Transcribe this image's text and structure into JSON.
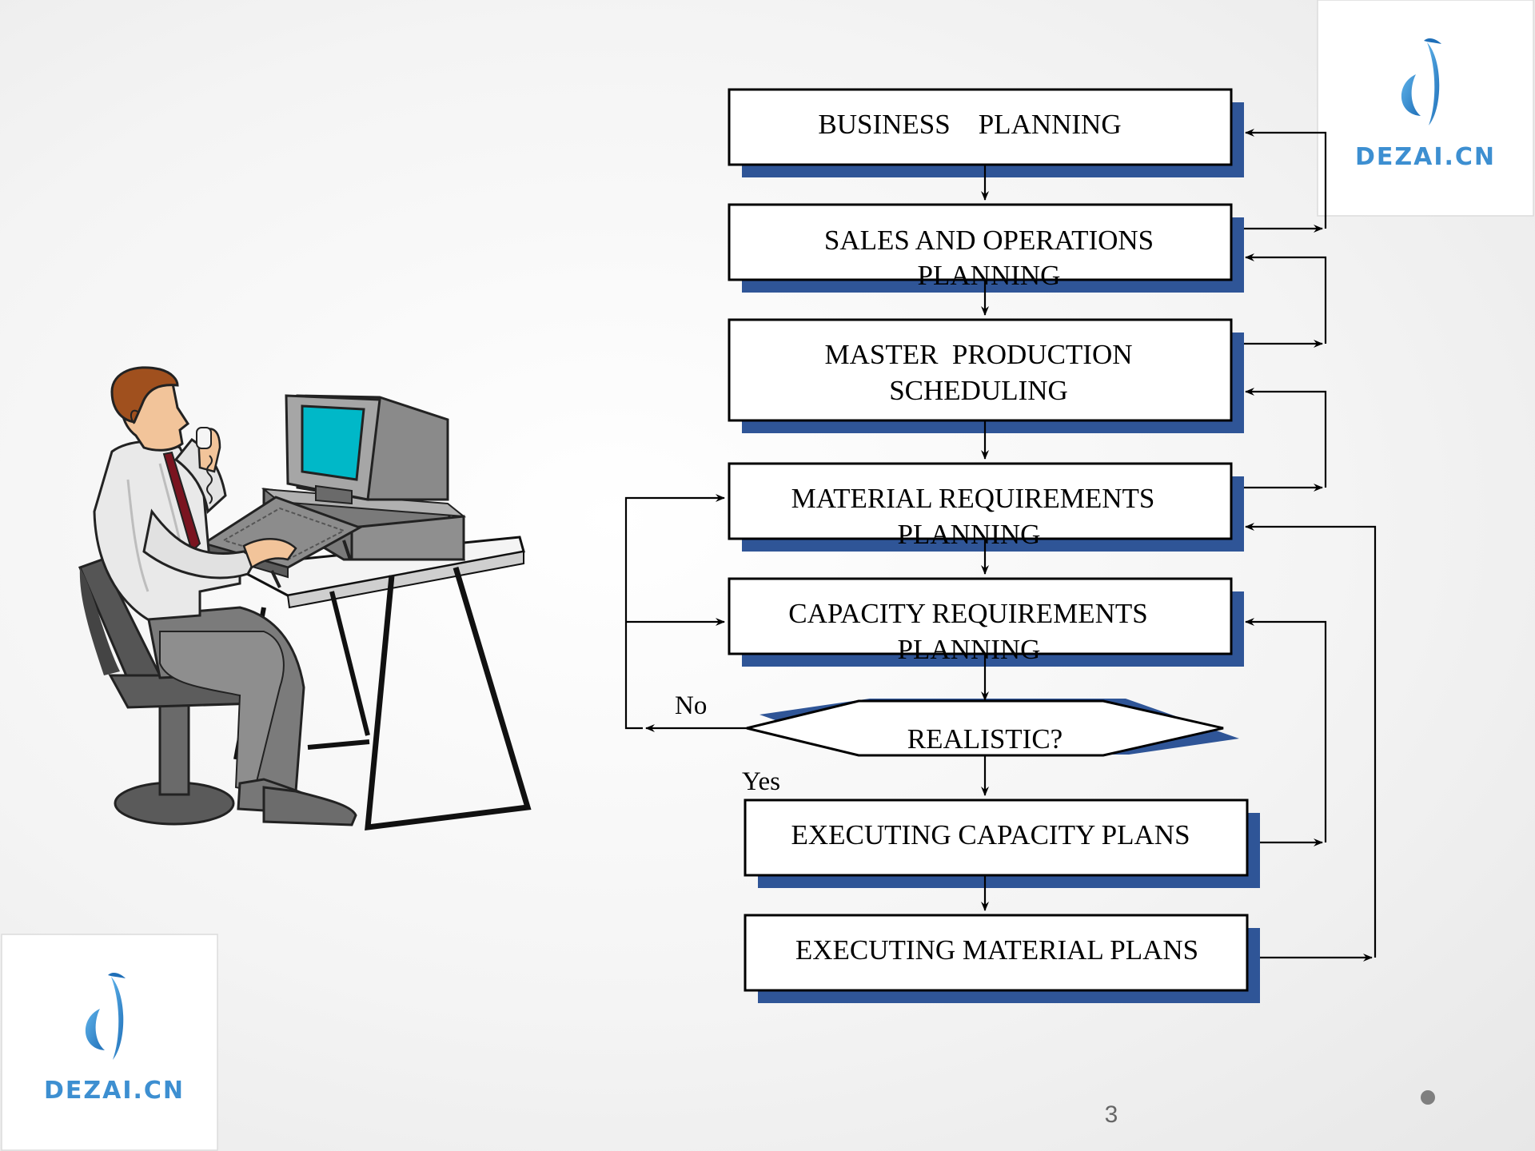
{
  "flowchart": {
    "steps": [
      {
        "id": "business",
        "lines": [
          "BUSINESS    PLANNING"
        ]
      },
      {
        "id": "sop",
        "lines": [
          "SALES AND OPERATIONS",
          "PLANNING"
        ]
      },
      {
        "id": "mps",
        "lines": [
          "MASTER  PRODUCTION",
          "SCHEDULING"
        ]
      },
      {
        "id": "mrp",
        "lines": [
          "MATERIAL REQUIREMENTS",
          "PLANNING"
        ]
      },
      {
        "id": "crp",
        "lines": [
          "CAPACITY REQUIREMENTS",
          "PLANNING"
        ]
      },
      {
        "id": "realistic",
        "lines": [
          "REALISTIC?"
        ]
      },
      {
        "id": "exec-capacity",
        "lines": [
          "EXECUTING CAPACITY PLANS"
        ]
      },
      {
        "id": "exec-material",
        "lines": [
          "EXECUTING MATERIAL PLANS"
        ]
      }
    ],
    "decision_no": "No",
    "decision_yes": "Yes"
  },
  "logos": {
    "brand": "DEZAI.CN"
  },
  "footer": {
    "page_number": "3"
  },
  "colors": {
    "box_shadow": "#2f5597",
    "screen": "#00b8c8",
    "logo_blue": "#3d8fd1"
  },
  "illustration": {
    "icon": "man-at-computer-illustration"
  }
}
